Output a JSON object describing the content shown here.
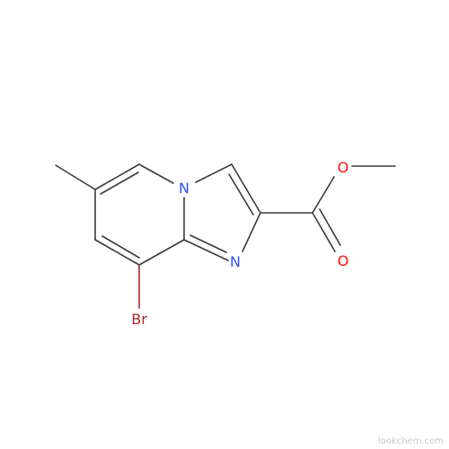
{
  "molecule": {
    "atoms": {
      "N_bridge": "N",
      "N_imidazole": "N",
      "O_ester": "O",
      "O_carbonyl": "O",
      "Br": "Br"
    },
    "colors": {
      "carbon_bond": "#3a3a3a",
      "nitrogen": "#3050f8",
      "oxygen": "#ff0d0d",
      "bromine": "#a62929"
    }
  },
  "watermark": "lookchem.com"
}
